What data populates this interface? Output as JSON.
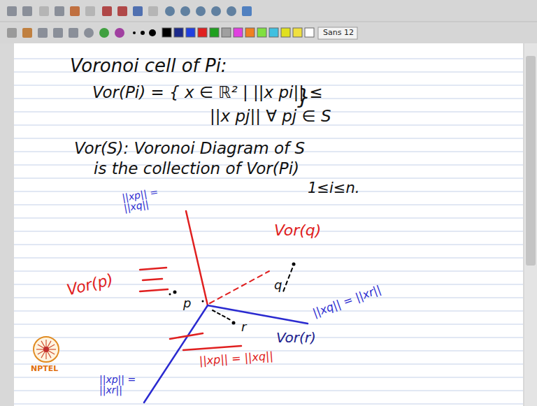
{
  "diagram": {
    "labels": [
      "Sans 12",
      "Voronoi cell of Pi:",
      "Vor(Pi) = { x ∈ ℝ² | ||x pi|| ≤",
      "}",
      "||x pj|| ∀ pj ∈ S",
      "Vor(S): Voronoi Diagram of S",
      "is the collection of Vor(Pi)",
      "1≤i≤n.",
      "||xp|| = ||xq||",
      "Vor(q)",
      "q",
      "||xq|| = ||xr||",
      "p",
      "Vor(p)",
      "r",
      "Vor(r)",
      "||xp|| = ||xq||",
      "||xp|| = ||xr||",
      "NPTEL"
    ]
  }
}
